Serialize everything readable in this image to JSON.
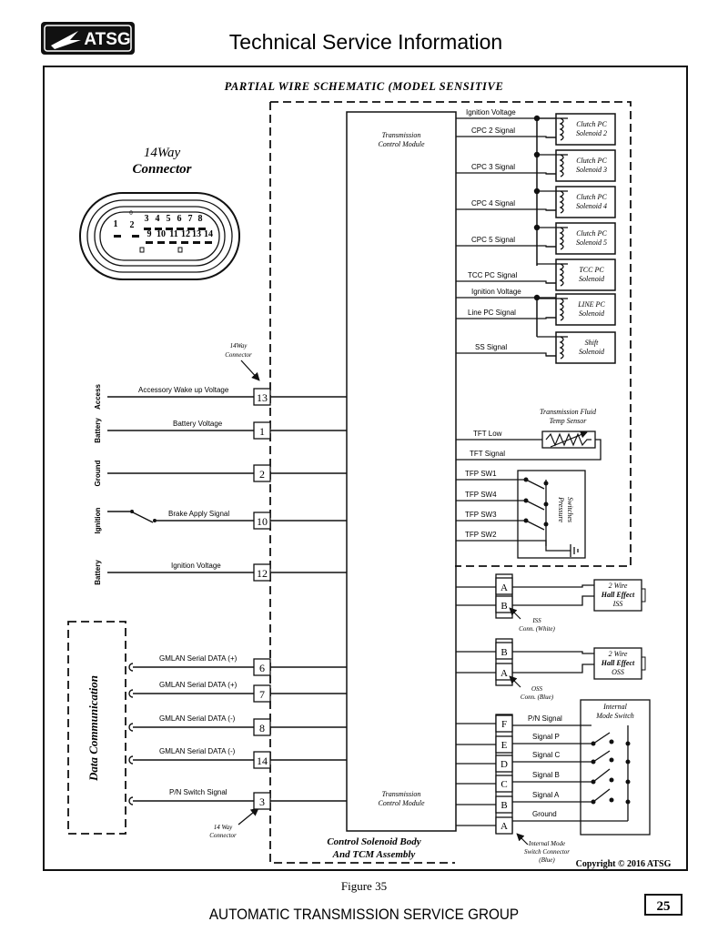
{
  "header": {
    "logo_text": "ATSG",
    "title": "Technical Service Information"
  },
  "diagram": {
    "title": "PARTIAL WIRE SCHEMATIC (MODEL SENSITIVE",
    "connector_title_1": "14Way",
    "connector_title_2": "Connector",
    "pin_row1": [
      "1",
      "2",
      "3",
      "4",
      "5",
      "6",
      "7",
      "8"
    ],
    "pin_row2": [
      "9",
      "10",
      "11",
      "12",
      "13",
      "14"
    ],
    "pin_marker": "0",
    "tcm_label_1": "Transmission",
    "tcm_label_2": "Control Module",
    "tcm_bottom_1": "Transmission",
    "tcm_bottom_2": "Control Module",
    "assembly_1": "Control Solenoid Body",
    "assembly_2": "And TCM Assembly",
    "callout_top_1": "14Way",
    "callout_top_2": "Connector",
    "callout_bottom_1": "14 Way",
    "callout_bottom_2": "Connector",
    "right_signals": [
      "Ignition Voltage",
      "CPC 2 Signal",
      "CPC 3 Signal",
      "CPC 4 Signal",
      "CPC 5 Signal",
      "TCC PC Signal",
      "Ignition Voltage",
      "Line PC Signal",
      "SS  Signal"
    ],
    "solenoids": [
      [
        "Clutch PC",
        "Solenoid 2"
      ],
      [
        "Clutch PC",
        "Solenoid 3"
      ],
      [
        "Clutch PC",
        "Solenoid 4"
      ],
      [
        "Clutch PC",
        "Solenoid 5"
      ],
      [
        "TCC PC",
        "Solenoid"
      ],
      [
        "LINE PC",
        "Solenoid"
      ],
      [
        "Shift",
        "Solenoid"
      ]
    ],
    "tft_sensor_1": "Transmission Fluid",
    "tft_sensor_2": "Temp Sensor",
    "tft_low": "TFT Low",
    "tft_signal": "TFT Signal",
    "tfp": [
      "TFP SW1",
      "TFP SW4",
      "TFP SW3",
      "TFP SW2"
    ],
    "pressure_1": "Pressure",
    "pressure_2": "Switches",
    "iss_pins": [
      "A",
      "B"
    ],
    "iss_box": [
      "2 Wire",
      "Hall Effect",
      "ISS"
    ],
    "iss_conn_1": "ISS",
    "iss_conn_2": "Conn. (White)",
    "oss_pins": [
      "B",
      "A"
    ],
    "oss_box": [
      "2 Wire",
      "Hall Effect",
      "OSS"
    ],
    "oss_conn_1": "OSS",
    "oss_conn_2": "Conn. (Blue)",
    "mode_switch_1": "Internal",
    "mode_switch_2": "Mode Switch",
    "mode_pins": [
      "F",
      "E",
      "D",
      "C",
      "B",
      "A"
    ],
    "mode_signals": [
      "P/N Signal",
      "Signal P",
      "Signal C",
      "Signal B",
      "Signal A",
      "Ground"
    ],
    "mode_conn": [
      "Internal Mode",
      "Switch Connector",
      "(Blue)"
    ],
    "side_labels": [
      "Access",
      "Battery",
      "Ground",
      "Ignition",
      "Battery"
    ],
    "left_wires": [
      "Accessory Wake up Voltage",
      "Battery Voltage",
      "",
      "Brake Apply Signal",
      "Ignition Voltage"
    ],
    "left_pins": [
      "13",
      "1",
      "2",
      "10",
      "12"
    ],
    "data_comm": "Data Communication",
    "gm_wires": [
      "GMLAN Serial DATA (+)",
      "GMLAN Serial DATA (+)",
      "GMLAN Serial DATA (-)",
      "GMLAN Serial DATA (-)",
      "P/N Switch Signal"
    ],
    "gm_pins": [
      "6",
      "7",
      "8",
      "14",
      "3"
    ],
    "copyright": "Copyright © 2016 ATSG"
  },
  "footer": {
    "figure": "Figure 35",
    "org": "AUTOMATIC TRANSMISSION SERVICE GROUP",
    "page": "25"
  }
}
